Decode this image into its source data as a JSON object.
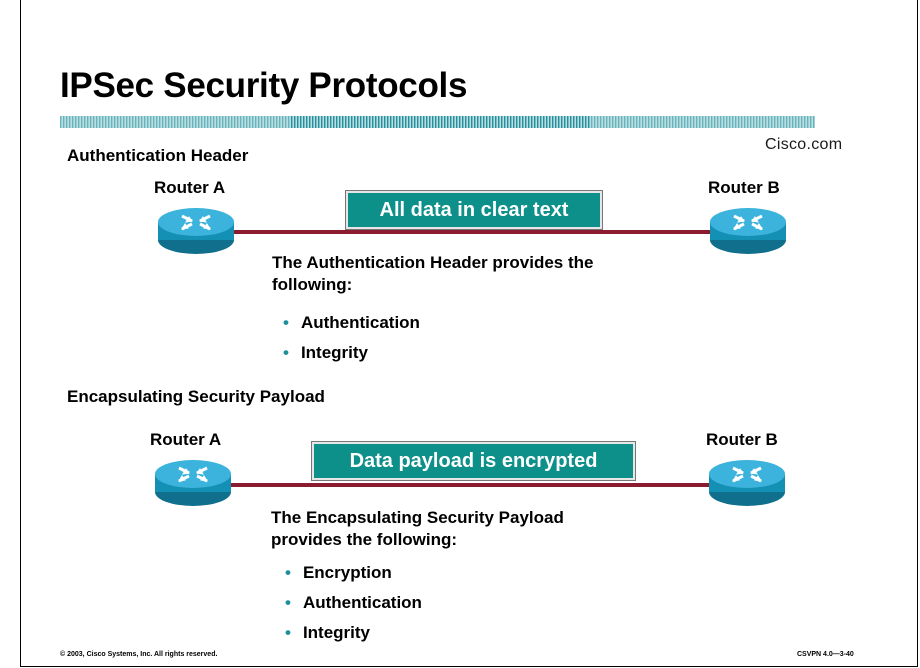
{
  "slide": {
    "title": "IPSec Security Protocols",
    "brand": "Cisco.com",
    "footer_left": "© 2003, Cisco Systems, Inc. All rights reserved.",
    "footer_right": "CSVPN 4.0—3-40"
  },
  "ah": {
    "heading": "Authentication Header",
    "router_a": "Router A",
    "router_b": "Router B",
    "banner": "All data in clear text",
    "description_line1": "The Authentication Header provides the",
    "description_line2": "following:",
    "bullets": [
      "Authentication",
      "Integrity"
    ]
  },
  "esp": {
    "heading": "Encapsulating Security Payload",
    "router_a": "Router A",
    "router_b": "Router B",
    "banner": "Data payload is encrypted",
    "description_line1": "The Encapsulating Security Payload",
    "description_line2": "provides the following:",
    "bullets": [
      "Encryption",
      "Authentication",
      "Integrity"
    ]
  },
  "colors": {
    "banner": "#0d8f8a",
    "link": "#8b1b2f",
    "bullet": "#1c8f9a",
    "router": "#1aa0c8"
  },
  "icons": {
    "router": "router-icon"
  }
}
